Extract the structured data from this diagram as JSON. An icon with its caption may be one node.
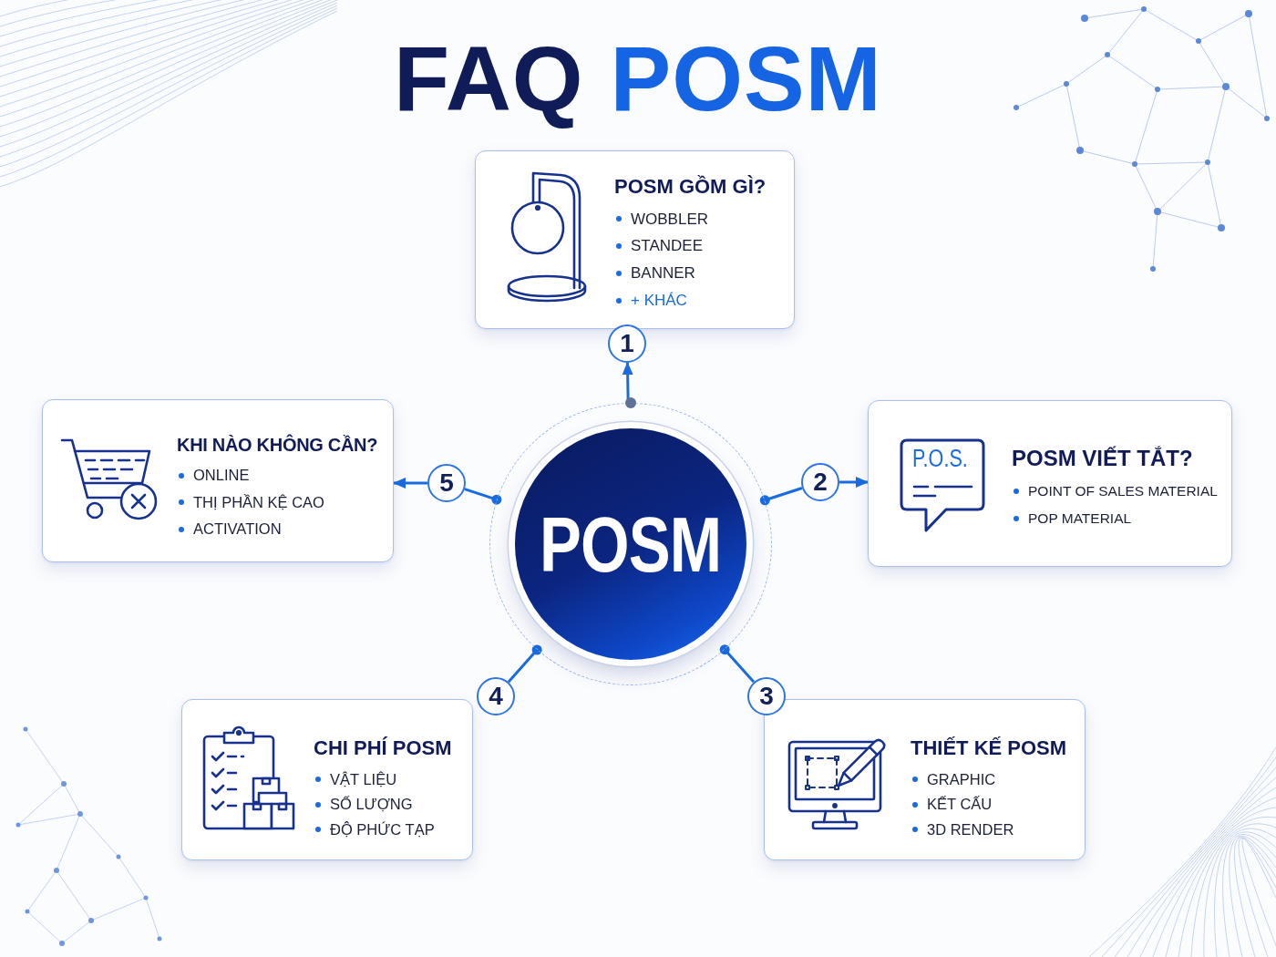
{
  "diagram": {
    "title": "FAQ POSM",
    "nodes": [
      {
        "text": [
          "POSM"
        ]
      },
      {
        "text": [
          "POSM GỒM GÌ?",
          "WOBBLER",
          "STANDEE",
          "BANNER",
          "+ KHÁC"
        ]
      },
      {
        "text": [
          "1"
        ]
      },
      {
        "text": [
          "POSM VIẾT TẮT?",
          "POINT OF SALES MATERIAL",
          "POP MATERIAL"
        ]
      },
      {
        "text": [
          "2"
        ]
      },
      {
        "text": [
          "THIẾT KẾ POSM",
          "GRAPHIC",
          "KẾT CẤU",
          "3D RENDER"
        ]
      },
      {
        "text": [
          "3"
        ]
      },
      {
        "text": [
          "CHI PHÍ POSM",
          "VẬT LIỆU",
          "SỐ LƯỢNG",
          "ĐỘ PHỨC TẠP"
        ]
      },
      {
        "text": [
          "4"
        ]
      },
      {
        "text": [
          "KHI NÀO KHÔNG CẦN?",
          "ONLINE",
          "THỊ PHẦN KỆ CAO",
          "ACTIVATION"
        ]
      },
      {
        "text": [
          "5"
        ]
      }
    ],
    "edges": [
      {
        "from": 0,
        "to": 2,
        "arrow": "to"
      },
      {
        "from": 0,
        "to": 4,
        "arrow": "other"
      },
      {
        "from": 4,
        "to": 3,
        "arrow": "to"
      },
      {
        "from": 0,
        "to": 6,
        "arrow": "other"
      },
      {
        "from": 0,
        "to": 8,
        "arrow": "other"
      },
      {
        "from": 0,
        "to": 10,
        "arrow": "other"
      },
      {
        "from": 10,
        "to": 9,
        "arrow": "to"
      }
    ],
    "labels": [
      "P.O.S."
    ]
  }
}
